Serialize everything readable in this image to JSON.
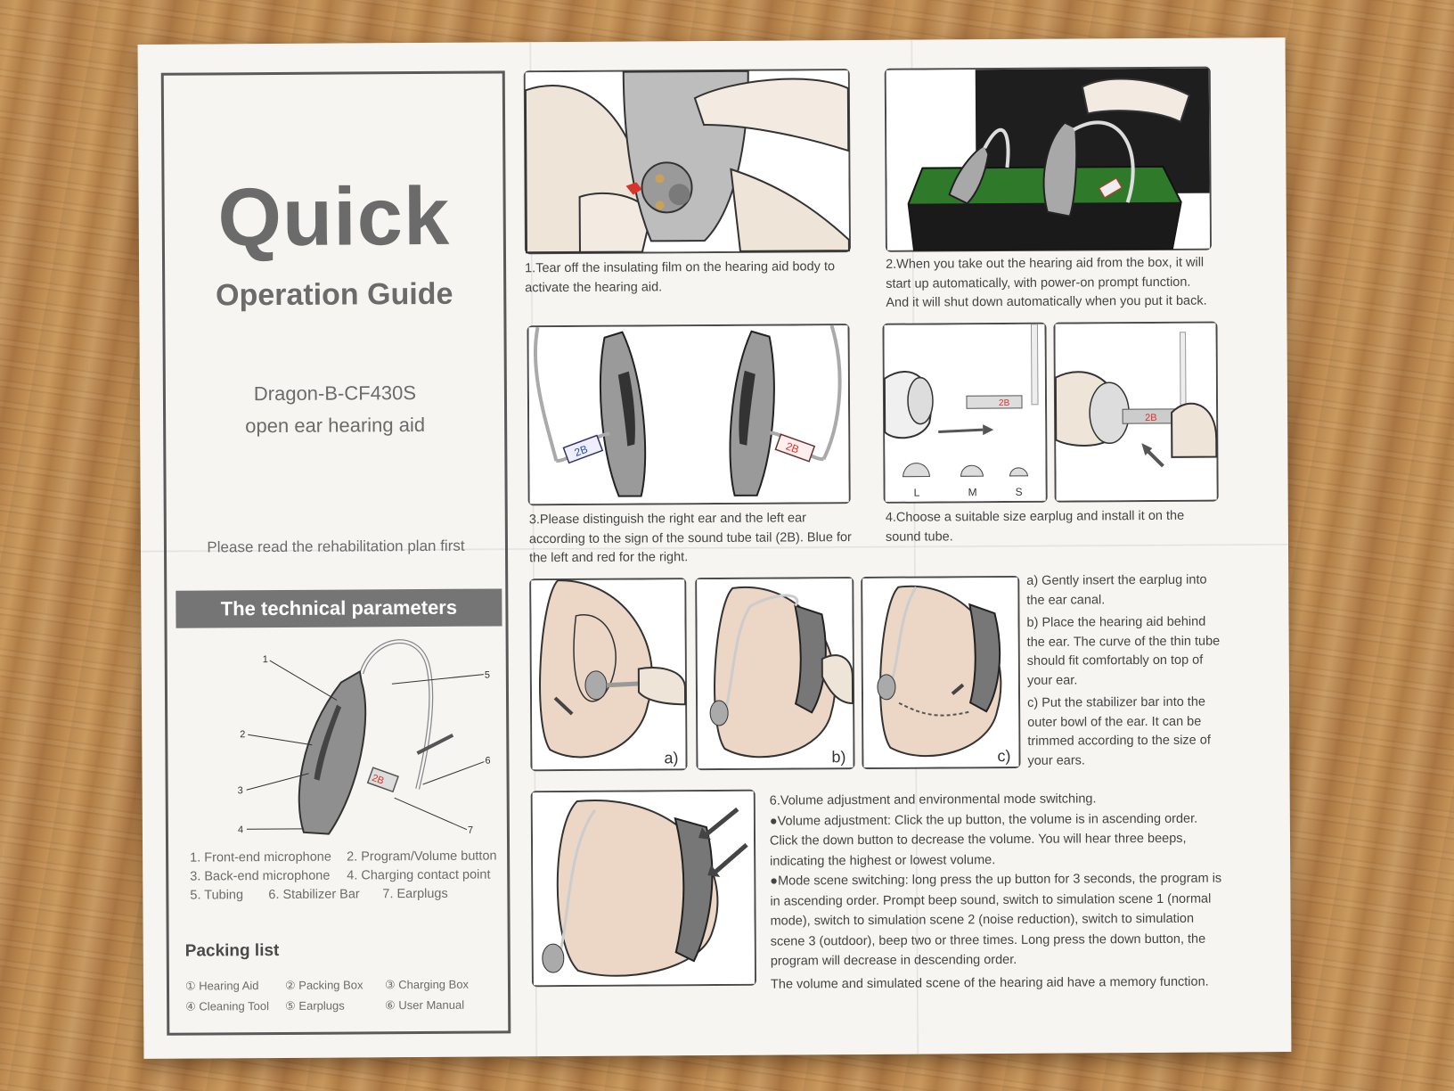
{
  "cover": {
    "title_line1": "Quick",
    "title_line2": "Operation Guide",
    "model_line1": "Dragon-B-CF430S",
    "model_line2": "open ear hearing aid",
    "notice": "Please read the rehabilitation plan first"
  },
  "tech": {
    "heading": "The technical parameters",
    "callouts": [
      "1",
      "2",
      "3",
      "4",
      "5",
      "6",
      "7"
    ],
    "tube_label": "2B",
    "parts": [
      "1. Front-end microphone",
      "2. Program/Volume button",
      "3. Back-end microphone",
      "4. Charging contact point",
      "5. Tubing",
      "6. Stabilizer Bar",
      "7. Earplugs"
    ]
  },
  "packing": {
    "heading": "Packing list",
    "items": [
      "① Hearing Aid",
      "② Packing Box",
      "③ Charging Box",
      "④ Cleaning Tool",
      "⑤ Earplugs",
      "⑥ User Manual"
    ]
  },
  "steps": {
    "step1": "1.Tear off the insulating film on the hearing aid body to activate the hearing aid.",
    "step2": "2.When you take out the hearing aid from the box, it will start up automatically, with power-on prompt function. And it will shut down automatically when you put it back.",
    "step3": "3.Please distinguish the right ear and the left ear according to the sign of the sound tube tail (2B). Blue for the left and red for the right.",
    "step4": "4.Choose a suitable size earplug and install it on the sound tube.",
    "earplug_sizes": [
      "L",
      "M",
      "S"
    ],
    "tube_label": "2B",
    "step5": {
      "a_label": "a)",
      "b_label": "b)",
      "c_label": "c)",
      "a": "a) Gently insert the earplug into the ear canal.",
      "b": "b) Place the hearing aid behind the ear. The curve of the thin tube should fit comfortably on top of your ear.",
      "c": "c) Put the stabilizer bar into the outer bowl of the ear. It can be trimmed according to the size of your ears."
    },
    "step6": {
      "title": "6.Volume adjustment and environmental mode switching.",
      "volume": "●Volume adjustment: Click the up button, the volume is in ascending order. Click the down button to decrease the volume. You will hear three beeps, indicating the highest or lowest volume.",
      "mode": "●Mode scene switching: long press the up button for 3 seconds, the program is in ascending order. Prompt beep sound, switch to simulation scene 1 (normal mode), switch to simulation scene 2 (noise reduction), switch to simulation scene 3 (outdoor), beep two or three times. Long press the down button, the program will decrease in descending order.",
      "memory": "The volume and simulated scene of the hearing aid have a memory function."
    }
  },
  "colors": {
    "paper": "#f6f5f2",
    "ink": "#4a4a4a",
    "header_bar": "#757575",
    "tag_red": "#d9342b",
    "case_green": "#2f7a2a",
    "skin": "#ecd6c6"
  }
}
